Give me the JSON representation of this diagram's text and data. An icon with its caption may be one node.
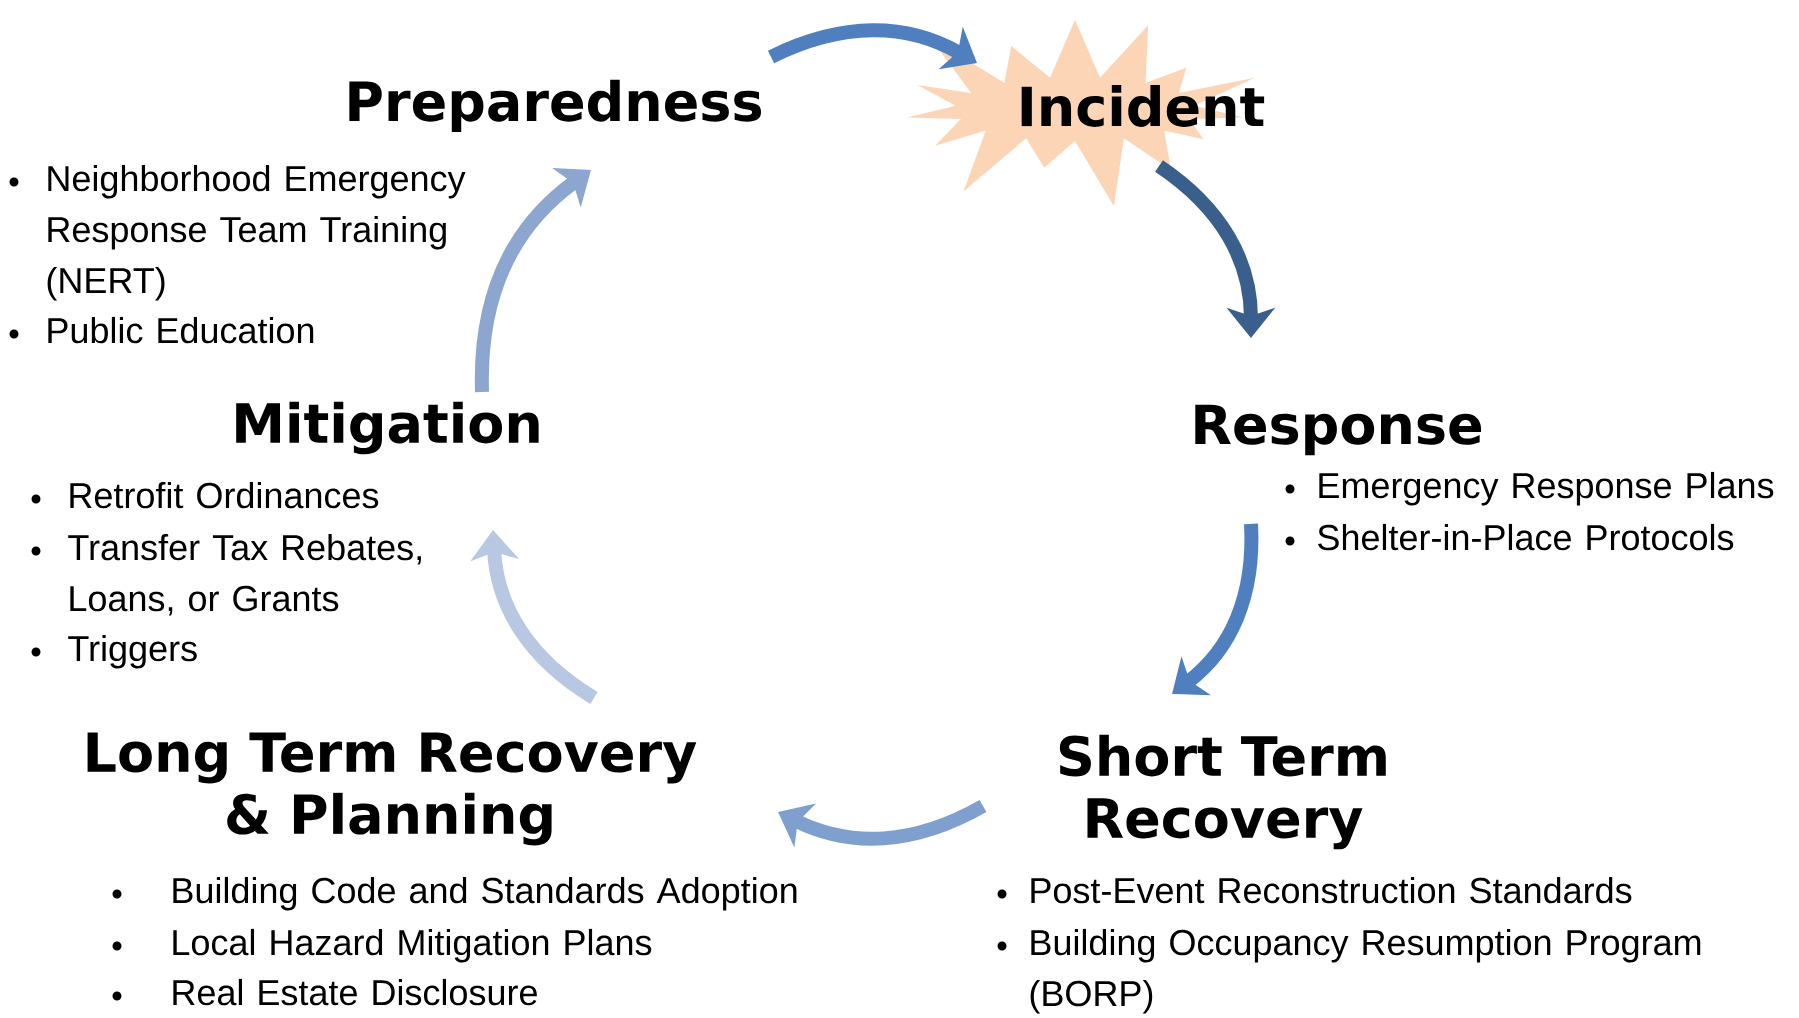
{
  "diagram": {
    "nodes": [
      {
        "text": [
          "Preparedness",
          "Neighborhood Emergency Response Team Training (NERT)",
          "Public Education"
        ]
      },
      {
        "text": [
          "Incident"
        ]
      },
      {
        "text": [
          "Response",
          "Emergency Response Plans",
          "Shelter-in-Place Protocols"
        ]
      },
      {
        "text": [
          "Short Term Recovery",
          "Post-Event Reconstruction Standards",
          "Building Occupancy Resumption Program (BORP)"
        ]
      },
      {
        "text": [
          "Long Term Recovery & Planning",
          "Building Code and Standards Adoption",
          "Local Hazard Mitigation Plans",
          "Real Estate Disclosure"
        ]
      },
      {
        "text": [
          "Mitigation",
          "Retrofit Ordinances",
          "Transfer Tax Rebates, Loans, or Grants",
          "Triggers"
        ]
      }
    ],
    "edges": [
      {
        "from": 0,
        "to": 1,
        "arrow": "to",
        "color": "#4f7fbf"
      },
      {
        "from": 1,
        "to": 2,
        "arrow": "to",
        "color": "#3b5f8c"
      },
      {
        "from": 2,
        "to": 3,
        "arrow": "to",
        "color": "#4f7fbf"
      },
      {
        "from": 3,
        "to": 4,
        "arrow": "to",
        "color": "#7f9fcf"
      },
      {
        "from": 4,
        "to": 5,
        "arrow": "to",
        "color": "#b8c7e2"
      },
      {
        "from": 5,
        "to": 0,
        "arrow": "to",
        "color": "#8ca6cf"
      }
    ]
  }
}
